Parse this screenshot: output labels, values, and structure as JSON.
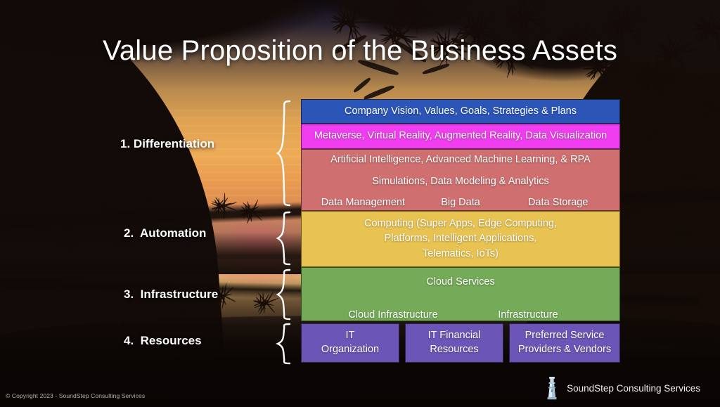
{
  "slide": {
    "title": "Value Proposition of the Business Assets",
    "background_description": "sunset-seascape-with-pine-silhouettes"
  },
  "categories": [
    {
      "number": "1.",
      "label": "Differentiation"
    },
    {
      "number": "2.",
      "label": "Automation"
    },
    {
      "number": "3.",
      "label": "Infrastructure"
    },
    {
      "number": "4.",
      "label": "Resources"
    }
  ],
  "blocks": [
    {
      "id": "vision",
      "color": "#2c55b8",
      "lines": [
        "Company Vision, Values, Goals, Strategies & Plans"
      ]
    },
    {
      "id": "metaverse",
      "color": "#f03df0",
      "lines": [
        "Metaverse, Virtual Reality, Augmented Reality, Data Visualization"
      ]
    },
    {
      "id": "ai-data",
      "color": "#cf6f6f",
      "lines": [
        "Artificial Intelligence, Advanced Machine Learning, & RPA",
        "Simulations, Data Modeling & Analytics"
      ],
      "row": [
        "Data Management",
        "Big Data",
        "Data Storage"
      ]
    },
    {
      "id": "computing",
      "color": "#e8c352",
      "lines": [
        "Computing (Super Apps, Edge Computing,",
        "Platforms, Intelligent Applications,",
        "Telematics, IoTs)"
      ]
    },
    {
      "id": "cloud",
      "color": "#74aa58",
      "lines": [
        "Cloud Services"
      ],
      "row": [
        "Cloud Infrastructure",
        "Infrastructure"
      ]
    }
  ],
  "resources": {
    "color": "#6b56b8",
    "boxes": [
      {
        "line1": "IT",
        "line2": "Organization"
      },
      {
        "line1": "IT Financial",
        "line2": "Resources"
      },
      {
        "line1": "Preferred Service",
        "line2": "Providers & Vendors"
      }
    ]
  },
  "footer": {
    "copyright": "© Copyright 2023 - SoundStep Consulting Services",
    "brand": "SoundStep Consulting Services",
    "logo_icon": "lighthouse-icon"
  }
}
